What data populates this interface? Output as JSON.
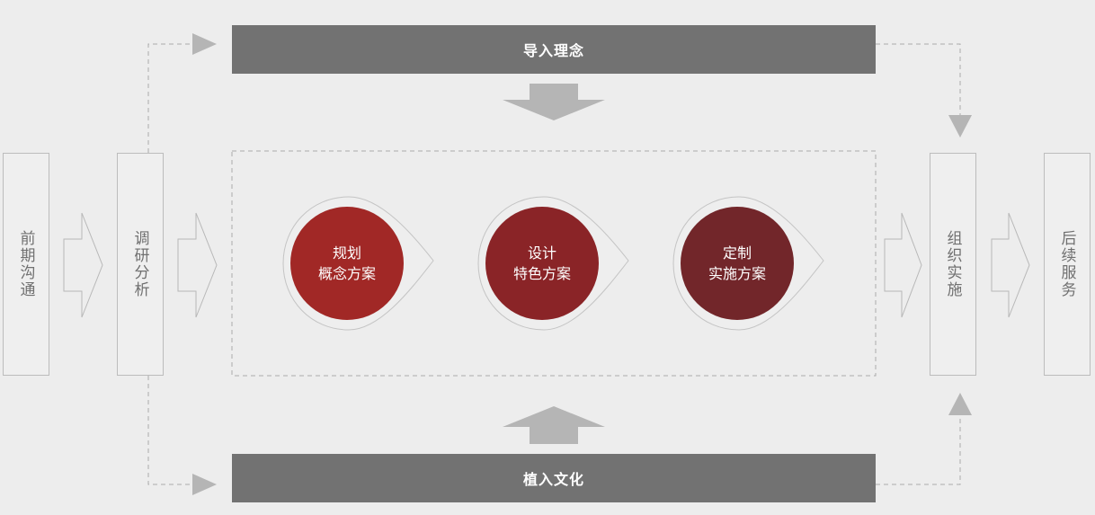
{
  "boxes": {
    "early_communication": "前期沟通",
    "research_analysis": "调研分析",
    "organize_implement": "组织实施",
    "after_service": "后续服务"
  },
  "bars": {
    "import_concept": "导入理念",
    "implant_culture": "植入文化"
  },
  "stages": [
    {
      "line1": "规划",
      "line2": "概念方案",
      "color": "#a12826"
    },
    {
      "line1": "设计",
      "line2": "特色方案",
      "color": "#8a2427"
    },
    {
      "line1": "定制",
      "line2": "实施方案",
      "color": "#72262a"
    }
  ],
  "colors": {
    "background": "#ededed",
    "bar": "#727272",
    "arrow": "#b5b5b5",
    "box_border": "#bcbcbc",
    "dashed_line": "#aaaaaa"
  }
}
